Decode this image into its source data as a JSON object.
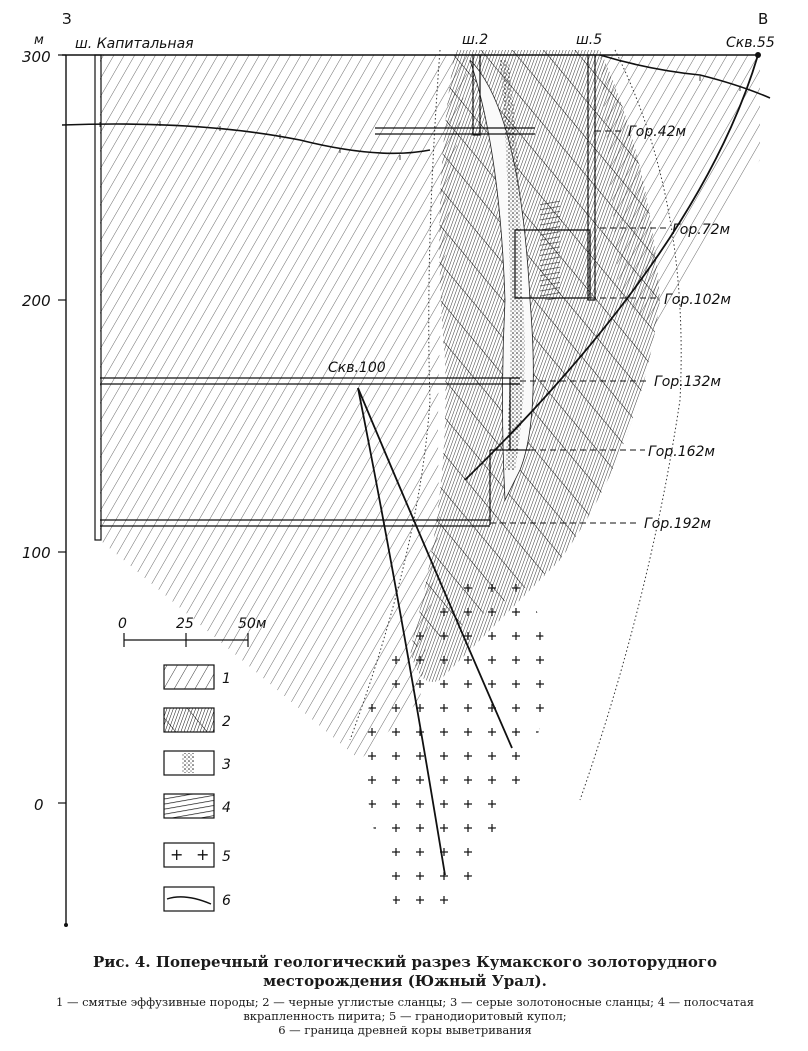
{
  "profile": {
    "left_end": "З",
    "right_end": "В",
    "axis_unit": "м"
  },
  "axis": {
    "ticks": [
      "300",
      "200",
      "100",
      "0"
    ]
  },
  "shafts": {
    "kapitalnaya": "ш. Капитальная",
    "sh2": "ш.2",
    "sh5": "ш.5"
  },
  "boreholes": {
    "b55": "Скв.55",
    "b100": "Скв.100"
  },
  "horizons": [
    "Гор.42м",
    "Гор.72м",
    "Гор.102м",
    "Гор.132м",
    "Гор.162м",
    "Гор.192м"
  ],
  "scale": {
    "labels": [
      "0",
      "25",
      "50м"
    ]
  },
  "legend": {
    "numbers": [
      "1",
      "2",
      "3",
      "4",
      "5",
      "6"
    ]
  },
  "caption": {
    "title": "Рис. 4. Поперечный геологический разрез Кумакского золоторудного месторождения (Южный Урал).",
    "legend_lines": [
      "1 — смятые эффузивные породы;",
      "2 — черные углистые сланцы;",
      "3 — серые золотоносные сланцы;",
      "4 — полосчатая вкрапленность пирита;",
      "5 — гранодиоритовый купол;",
      "6 — граница древней коры выветривания"
    ]
  }
}
